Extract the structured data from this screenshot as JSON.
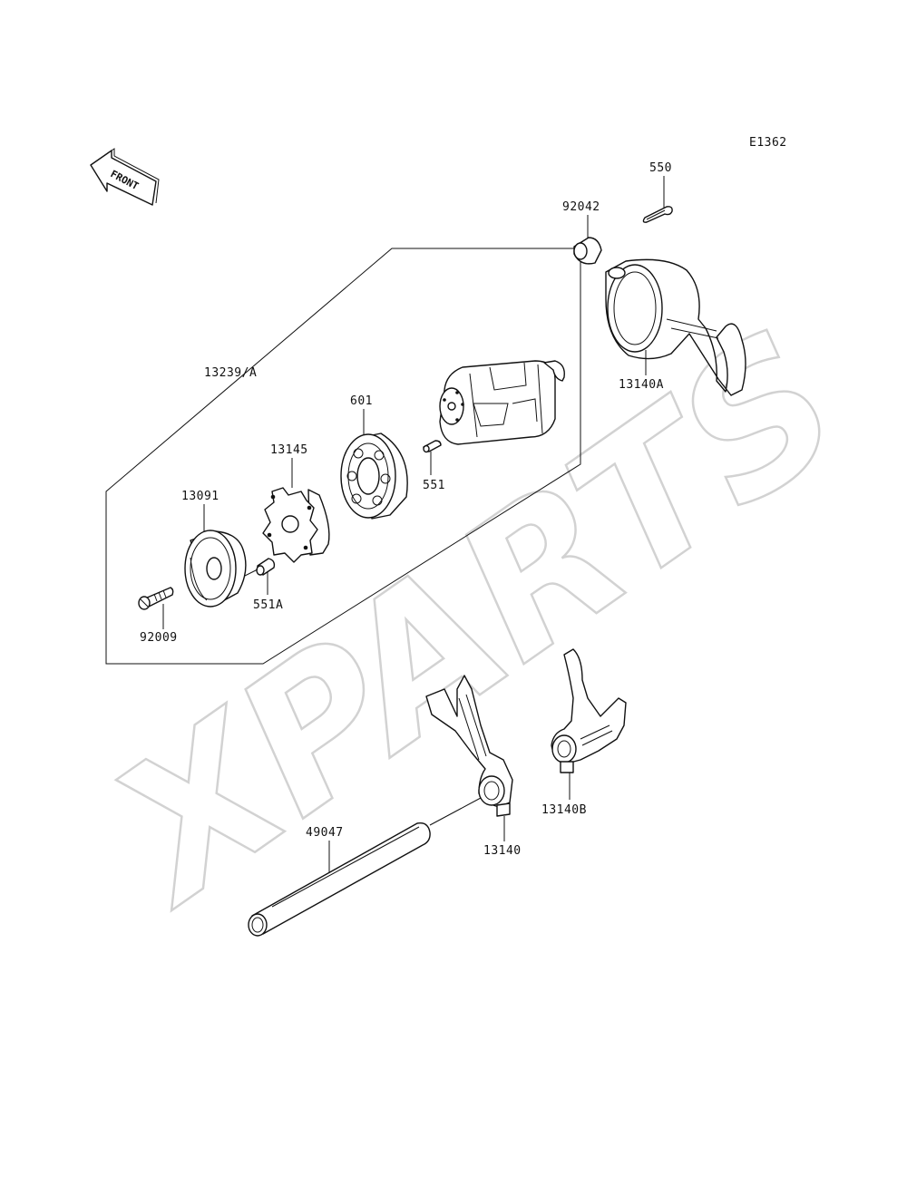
{
  "diagram": {
    "code": "E1362",
    "front_label": "FRONT",
    "watermark": "XPARTS",
    "assembly_label": "13239/A",
    "parts": [
      {
        "id": "p550",
        "number": "550"
      },
      {
        "id": "p92042",
        "number": "92042"
      },
      {
        "id": "p13140A",
        "number": "13140A"
      },
      {
        "id": "p601",
        "number": "601"
      },
      {
        "id": "p13145",
        "number": "13145"
      },
      {
        "id": "p551",
        "number": "551"
      },
      {
        "id": "p13091",
        "number": "13091"
      },
      {
        "id": "p551A",
        "number": "551A"
      },
      {
        "id": "p92009",
        "number": "92009"
      },
      {
        "id": "p49047",
        "number": "49047"
      },
      {
        "id": "p13140",
        "number": "13140"
      },
      {
        "id": "p13140B",
        "number": "13140B"
      }
    ]
  }
}
